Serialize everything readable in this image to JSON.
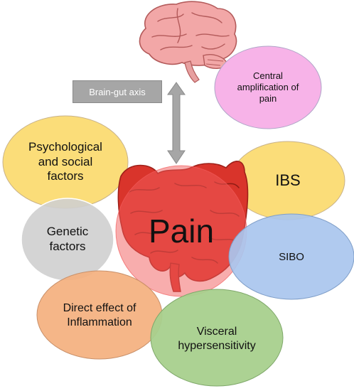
{
  "center": {
    "label": "Pain"
  },
  "axis": {
    "label": "Brain-gut axis"
  },
  "factors": {
    "central_amplification": "Central\namplification of\npain",
    "psychological_social": "Psychological\nand social\nfactors",
    "ibs": "IBS",
    "genetic": "Genetic\nfactors",
    "sibo": "SIBO",
    "inflammation": "Direct effect of\nInflammation",
    "visceral": "Visceral\nhypersensitivity"
  },
  "colors": {
    "central_amplification": "#f7b3e8",
    "psychological_social": "#fbd96a",
    "ibs": "#fbd96a",
    "genetic": "#cfcfcf",
    "sibo": "#a9c5ee",
    "inflammation": "#f4b07e",
    "visceral": "#a8d08d",
    "pain": "#f25c5c",
    "axis_box": "#a6a6a6",
    "arrow": "#a6a6a6",
    "brain": "#f2a7a7",
    "intestine": "#d9342b"
  },
  "icons": {
    "brain": "brain-icon",
    "intestine": "intestine-icon"
  }
}
